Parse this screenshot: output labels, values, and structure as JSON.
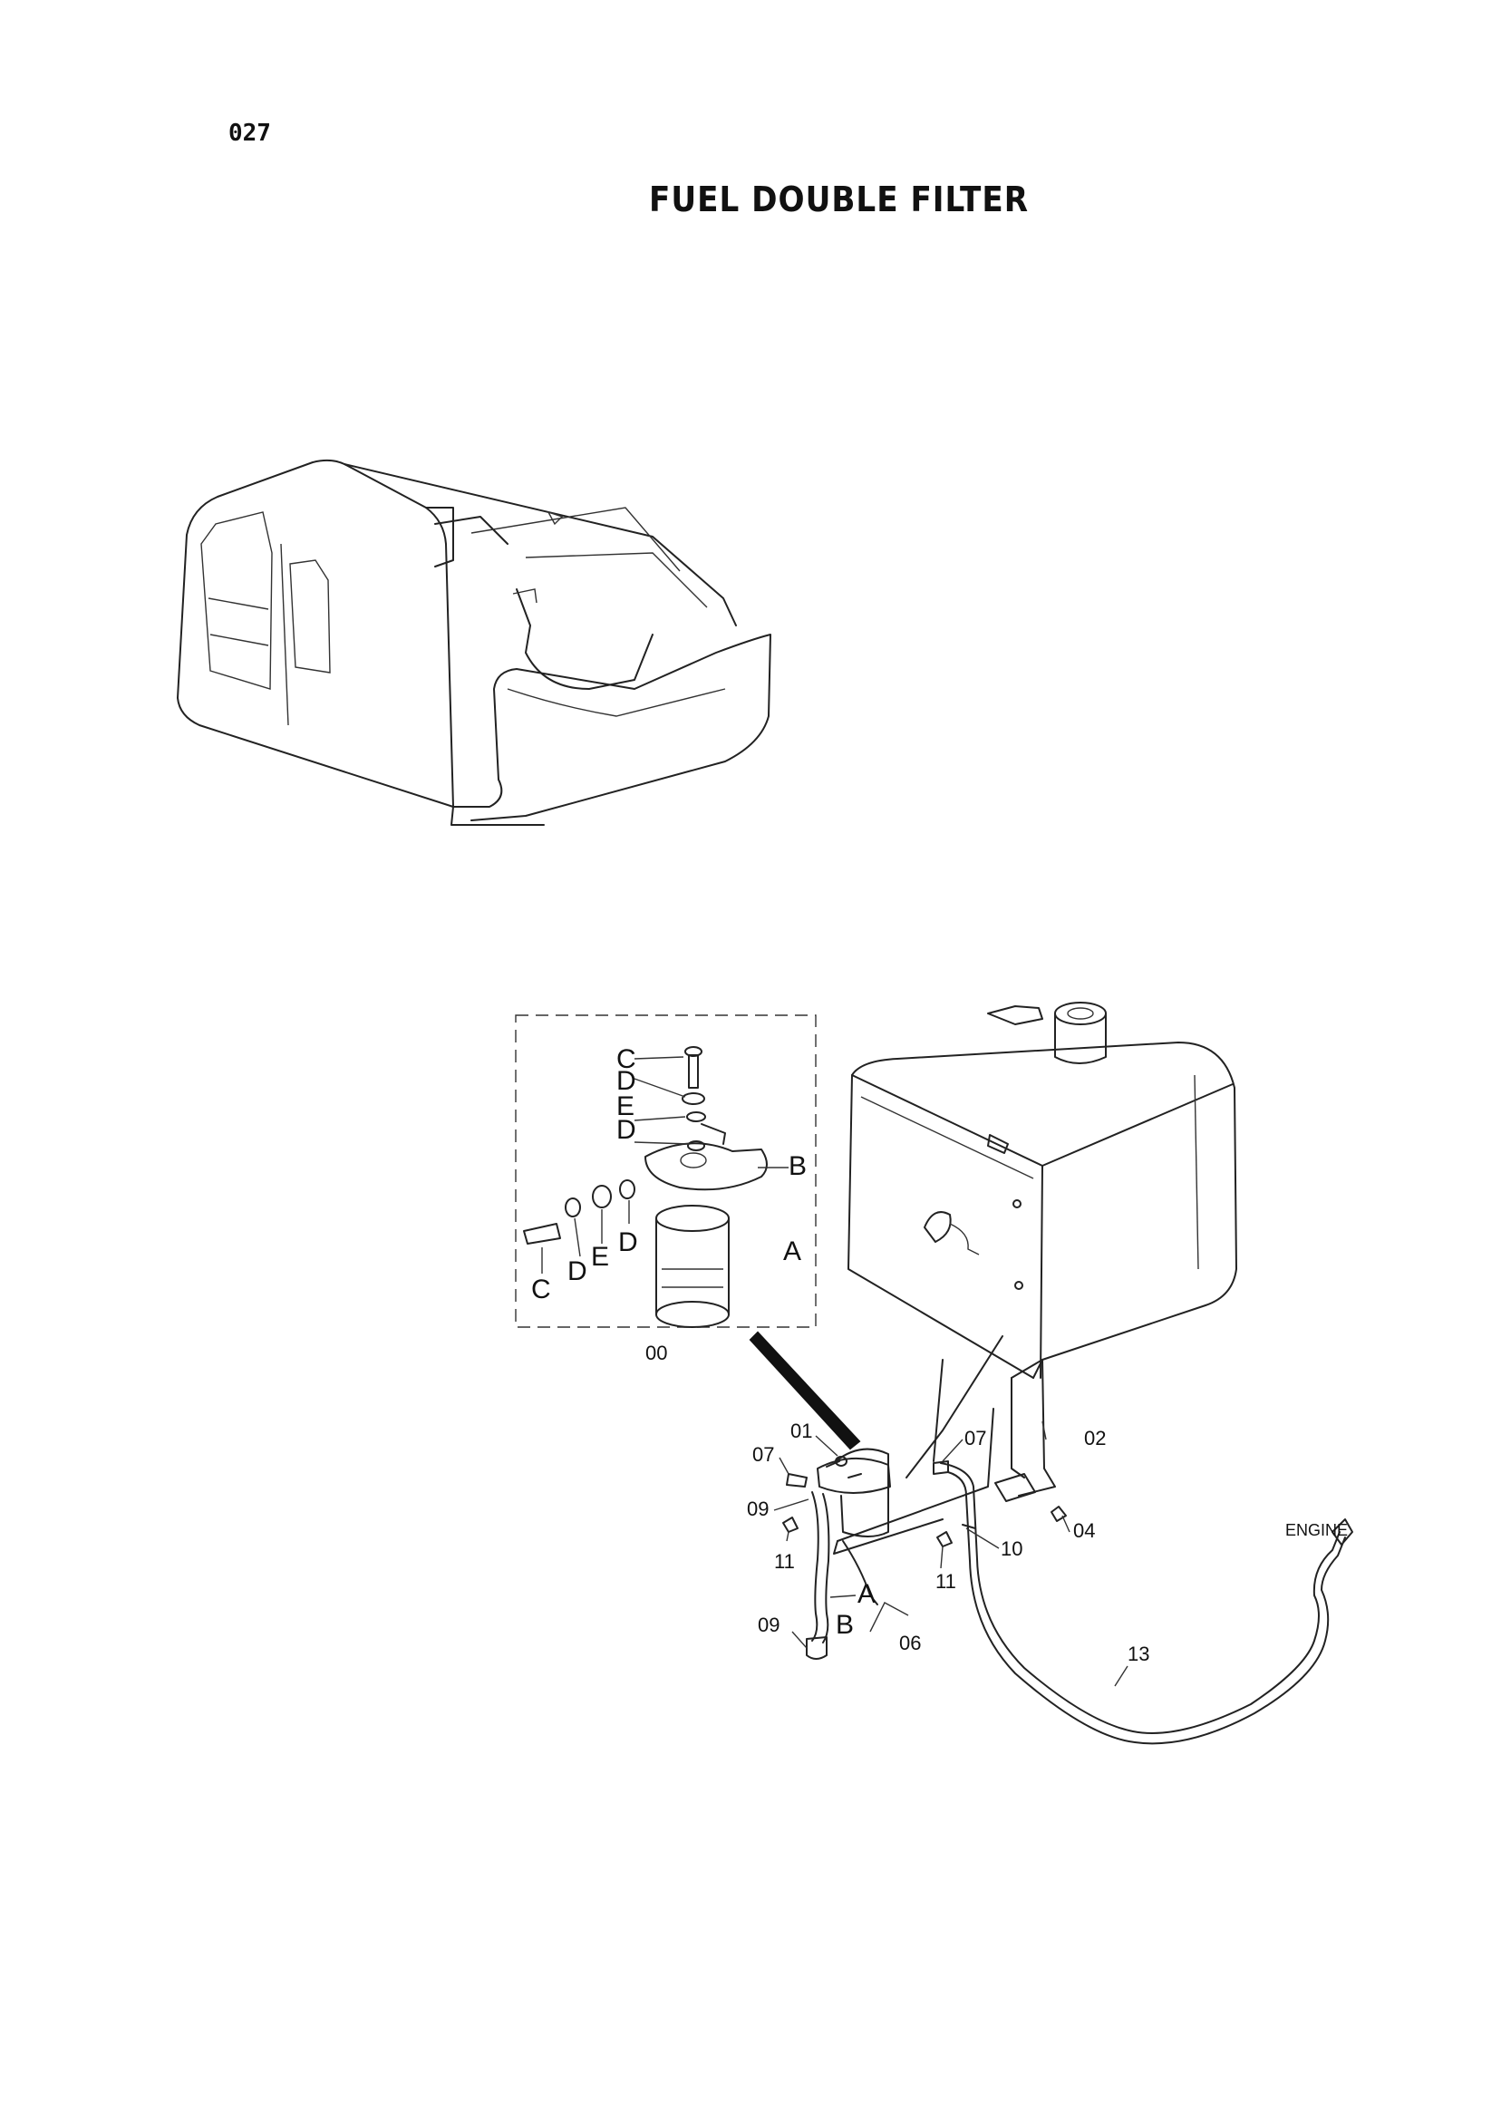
{
  "page_number": "027",
  "title": "FUEL DOUBLE FILTER",
  "callouts": {
    "detail": {
      "c1": "C",
      "d1": "D",
      "e1": "E",
      "d2": "D",
      "b": "B",
      "c2": "C",
      "d3": "D",
      "e2": "E",
      "d4": "D",
      "a": "A",
      "assy": "00"
    },
    "main": {
      "p01": "01",
      "p07a": "07",
      "p07b": "07",
      "p02": "02",
      "p09a": "09",
      "p04": "04",
      "p11a": "11",
      "p10": "10",
      "p11b": "11",
      "pA": "A",
      "p09b": "09",
      "pB": "B",
      "p06": "06",
      "p13": "13",
      "engine": "ENGINE"
    }
  }
}
